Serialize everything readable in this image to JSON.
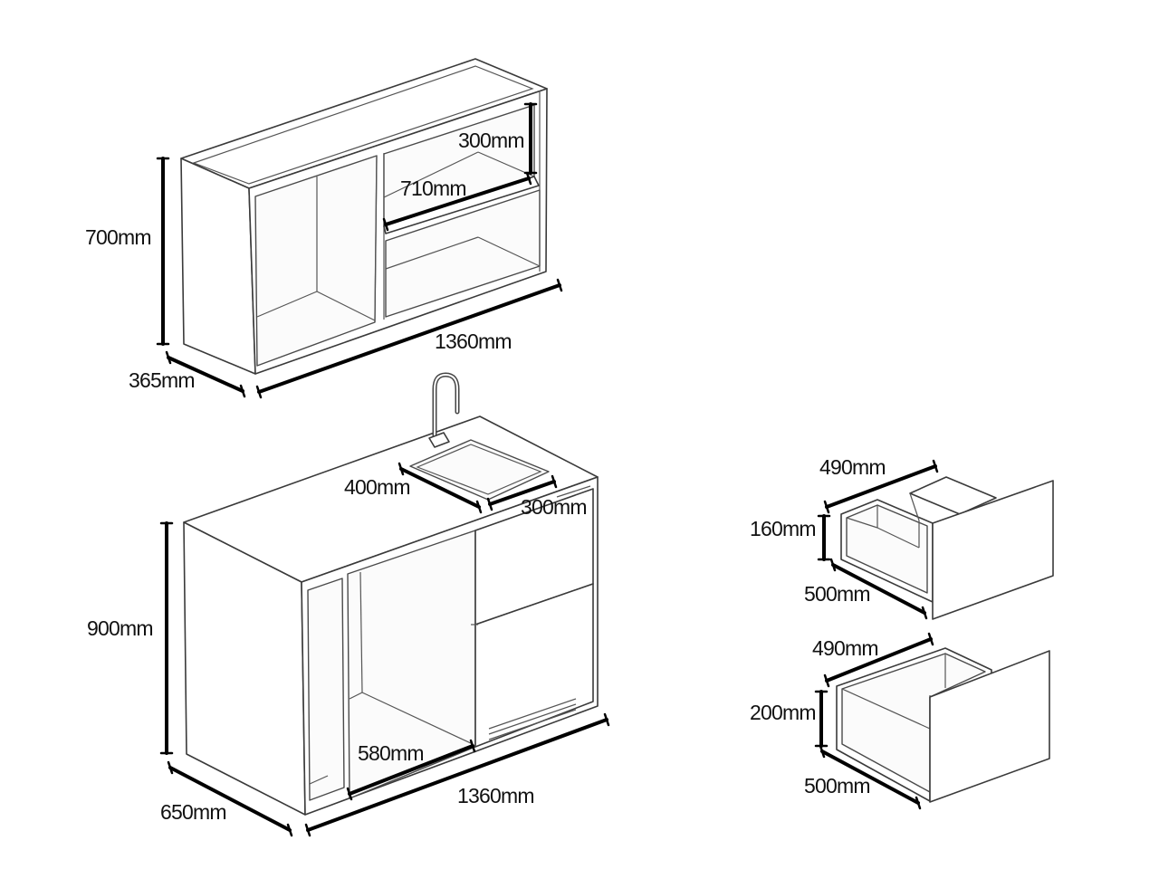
{
  "wall_cabinet": {
    "height": "700mm",
    "depth": "365mm",
    "width": "1360mm",
    "shelf_height": "300mm",
    "shelf_width": "710mm"
  },
  "base_cabinet": {
    "height": "900mm",
    "depth": "650mm",
    "width": "1360mm",
    "sink_width": "400mm",
    "sink_depth": "300mm",
    "open_width": "580mm"
  },
  "drawer_upper": {
    "width": "490mm",
    "height": "160mm",
    "depth": "500mm"
  },
  "drawer_lower": {
    "width": "490mm",
    "height": "200mm",
    "depth": "500mm"
  }
}
